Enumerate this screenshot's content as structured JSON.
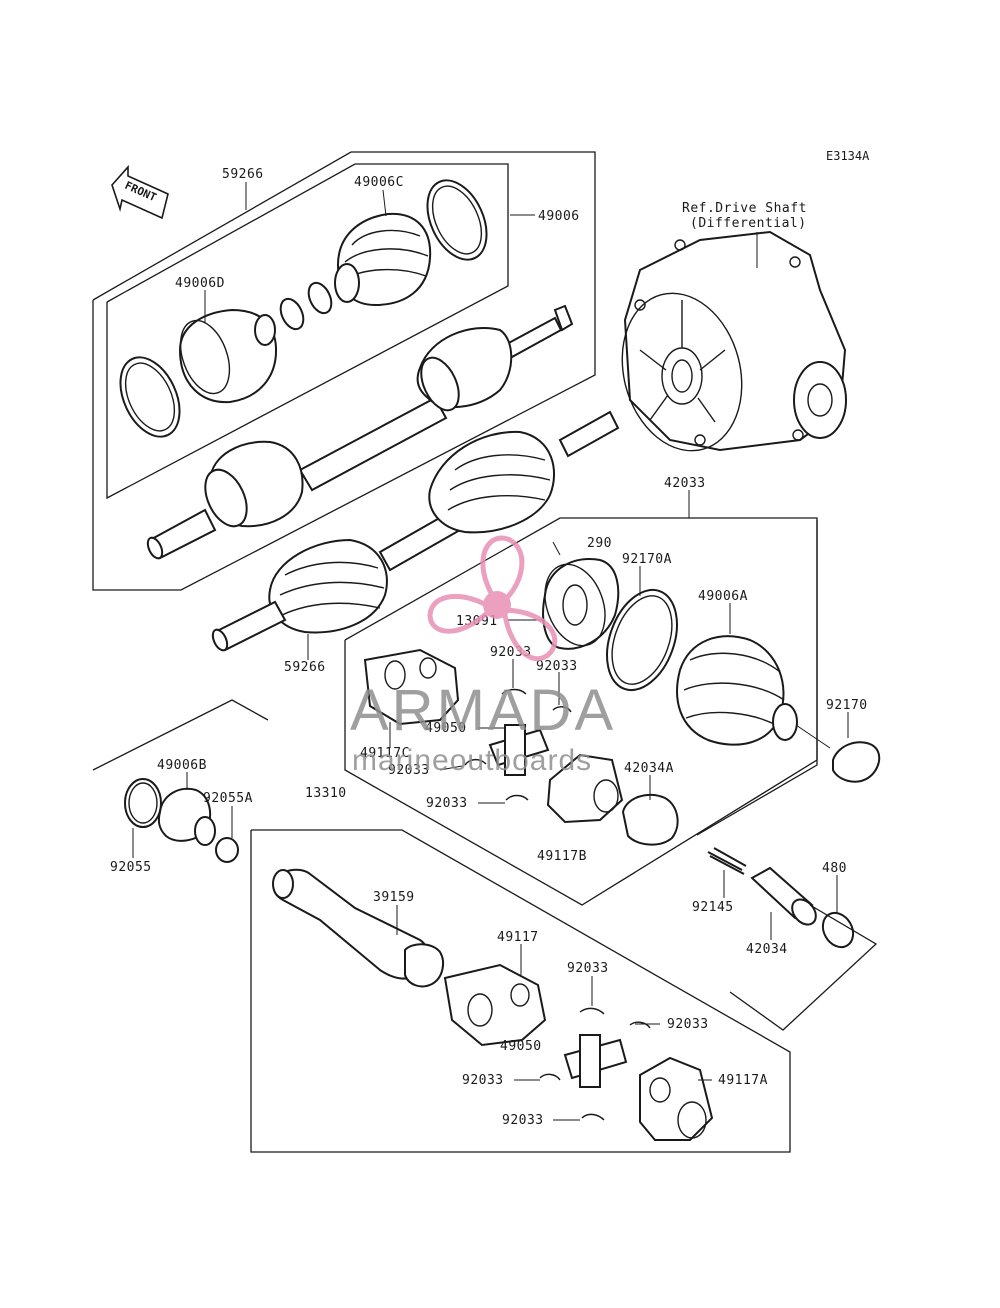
{
  "diagram_code": "E3134A",
  "front_label": "FRONT",
  "ref_label": {
    "line1": "Ref.Drive Shaft",
    "line2": "(Differential)"
  },
  "part_labels": {
    "p59266_top": "59266",
    "p49006C": "49006C",
    "p49006": "49006",
    "p49006D": "49006D",
    "p59266_bottom": "59266",
    "p42033": "42033",
    "p290": "290",
    "p92170A": "92170A",
    "p49006A": "49006A",
    "p13091": "13091",
    "p92033_a": "92033",
    "p92033_b": "92033",
    "p92170": "92170",
    "p49050_a": "49050",
    "p49117C": "49117C",
    "p92033_c": "92033",
    "p42034A": "42034A",
    "p92033_d": "92033",
    "p49006B": "49006B",
    "p92055A": "92055A",
    "p13310": "13310",
    "p92055": "92055",
    "p49117B": "49117B",
    "p92145": "92145",
    "p480": "480",
    "p42034": "42034",
    "p39159": "39159",
    "p49117": "49117",
    "p92033_e": "92033",
    "p92033_f": "92033",
    "p49050_b": "49050",
    "p92033_g": "92033",
    "p49117A": "49117A",
    "p92033_h": "92033"
  },
  "watermark": {
    "brand": "ARMADA",
    "subtitle": "marineoutboards",
    "logo_color": "#e890b5",
    "text_color": "#8f8f8f"
  }
}
